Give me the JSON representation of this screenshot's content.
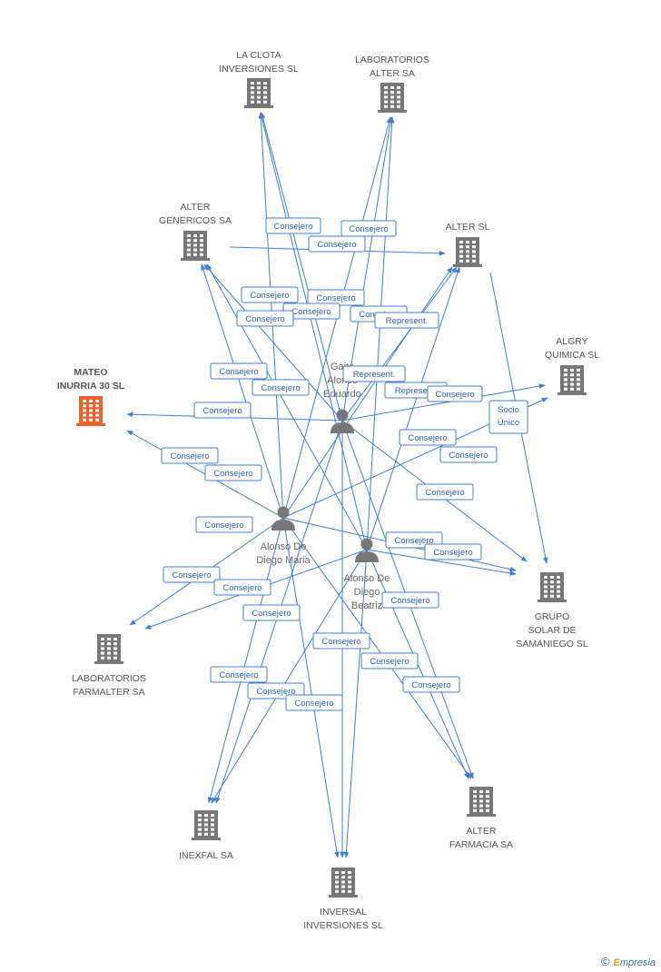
{
  "companies": [
    {
      "id": "la_clota",
      "lines": [
        "LA CLOTA",
        "INVERSIONES SL"
      ],
      "highlight": false
    },
    {
      "id": "lab_alter",
      "lines": [
        "LABORATORIOS",
        "ALTER SA"
      ],
      "highlight": false
    },
    {
      "id": "alter_genericos",
      "lines": [
        "ALTER",
        "GENERICOS SA"
      ],
      "highlight": false
    },
    {
      "id": "alter_sl",
      "lines": [
        "ALTER SL"
      ],
      "highlight": false
    },
    {
      "id": "algry",
      "lines": [
        "ALGRY",
        "QUIMICA SL"
      ],
      "highlight": false
    },
    {
      "id": "mateo",
      "lines": [
        "MATEO",
        "INURRIA 30 SL"
      ],
      "highlight": true
    },
    {
      "id": "grupo_solar",
      "lines": [
        "GRUPO",
        "SOLAR DE",
        "SAMANIEGO SL"
      ],
      "highlight": false
    },
    {
      "id": "lab_farmalter",
      "lines": [
        "LABORATORIOS",
        "FARMALTER SA"
      ],
      "highlight": false
    },
    {
      "id": "alter_farmacia",
      "lines": [
        "ALTER",
        "FARMACIA SA"
      ],
      "highlight": false
    },
    {
      "id": "inexfal",
      "lines": [
        "INEXFAL SA"
      ],
      "highlight": false
    },
    {
      "id": "inversal",
      "lines": [
        "INVERSAL",
        "INVERSIONES SL"
      ],
      "highlight": false
    }
  ],
  "persons": [
    {
      "id": "gaite",
      "lines": [
        "Gaite",
        "Alonso",
        "Eduardo"
      ]
    },
    {
      "id": "maria",
      "lines": [
        "Alonso De",
        "Diego Maria"
      ]
    },
    {
      "id": "beatriz",
      "lines": [
        "Alonso De",
        "Diego",
        "Beatriz"
      ]
    }
  ],
  "edge_labels": [
    "Consejero",
    "Consejero",
    "Consejero",
    "Consejero",
    "Consejero",
    "Consejero",
    "Consejero",
    "Consejero",
    "Represent.",
    "Consejero",
    "Represent.",
    "Consejero",
    "Represent.",
    "Consejero",
    "Consejero",
    "Consejero",
    "Socio Único",
    "Consejero",
    "Consejero",
    "Consejero",
    "Consejero",
    "Consejero",
    "Consejero",
    "Consejero",
    "Consejero",
    "Consejero",
    "Consejero",
    "Consejero",
    "Consejero",
    "Consejero",
    "Consejero",
    "Consejero",
    "Consejero",
    "Consejero"
  ],
  "colors": {
    "edge": "#3d7fd6",
    "building": "#777777",
    "building_highlight": "#f0602c",
    "person": "#777777"
  },
  "footer": {
    "copyright": "©",
    "brand_e": "E",
    "brand_rest": "mpresia"
  }
}
